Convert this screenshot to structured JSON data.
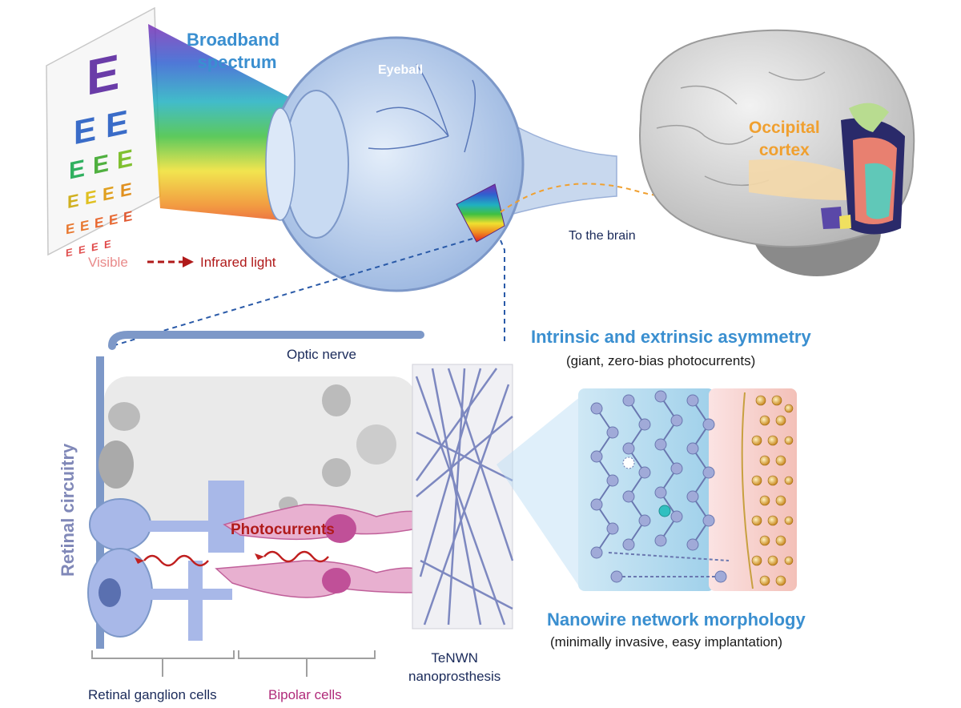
{
  "top": {
    "title_line1": "Broadband",
    "title_line2": "spectrum",
    "eyeball": "Eyeball",
    "to_brain": "To the brain",
    "occipital_line1": "Occipital",
    "occipital_line2": "cortex",
    "visible": "Visible",
    "infrared": "Infrared light"
  },
  "retina": {
    "optic_nerve": "Optic nerve",
    "photocurrents": "Photocurrents",
    "side_label": "Retinal circuitry",
    "ganglion": "Retinal ganglion cells",
    "bipolar": "Bipolar cells",
    "tenwn_line1": "TeNWN",
    "tenwn_line2": "nanoprosthesis"
  },
  "right": {
    "asymmetry_title": "Intrinsic and extrinsic asymmetry",
    "asymmetry_sub": "(giant, zero-bias photocurrents)",
    "morph_title": "Nanowire network morphology",
    "morph_sub": "(minimally invasive, easy implantation)"
  },
  "colors": {
    "title_blue": "#3a8fd0",
    "orange": "#f0a030",
    "dark_red": "#b01a1a",
    "pink_text": "#e98a8a",
    "magenta": "#b02a7a",
    "navy": "#1a2a5a",
    "slate": "#8088b8"
  },
  "eye_chart": {
    "letters": [
      "E",
      "E",
      "E",
      "E",
      "E",
      "E",
      "E",
      "E",
      "E",
      "E",
      "E",
      "E",
      "E",
      "E",
      "E",
      "E",
      "E",
      "E",
      "E"
    ]
  }
}
